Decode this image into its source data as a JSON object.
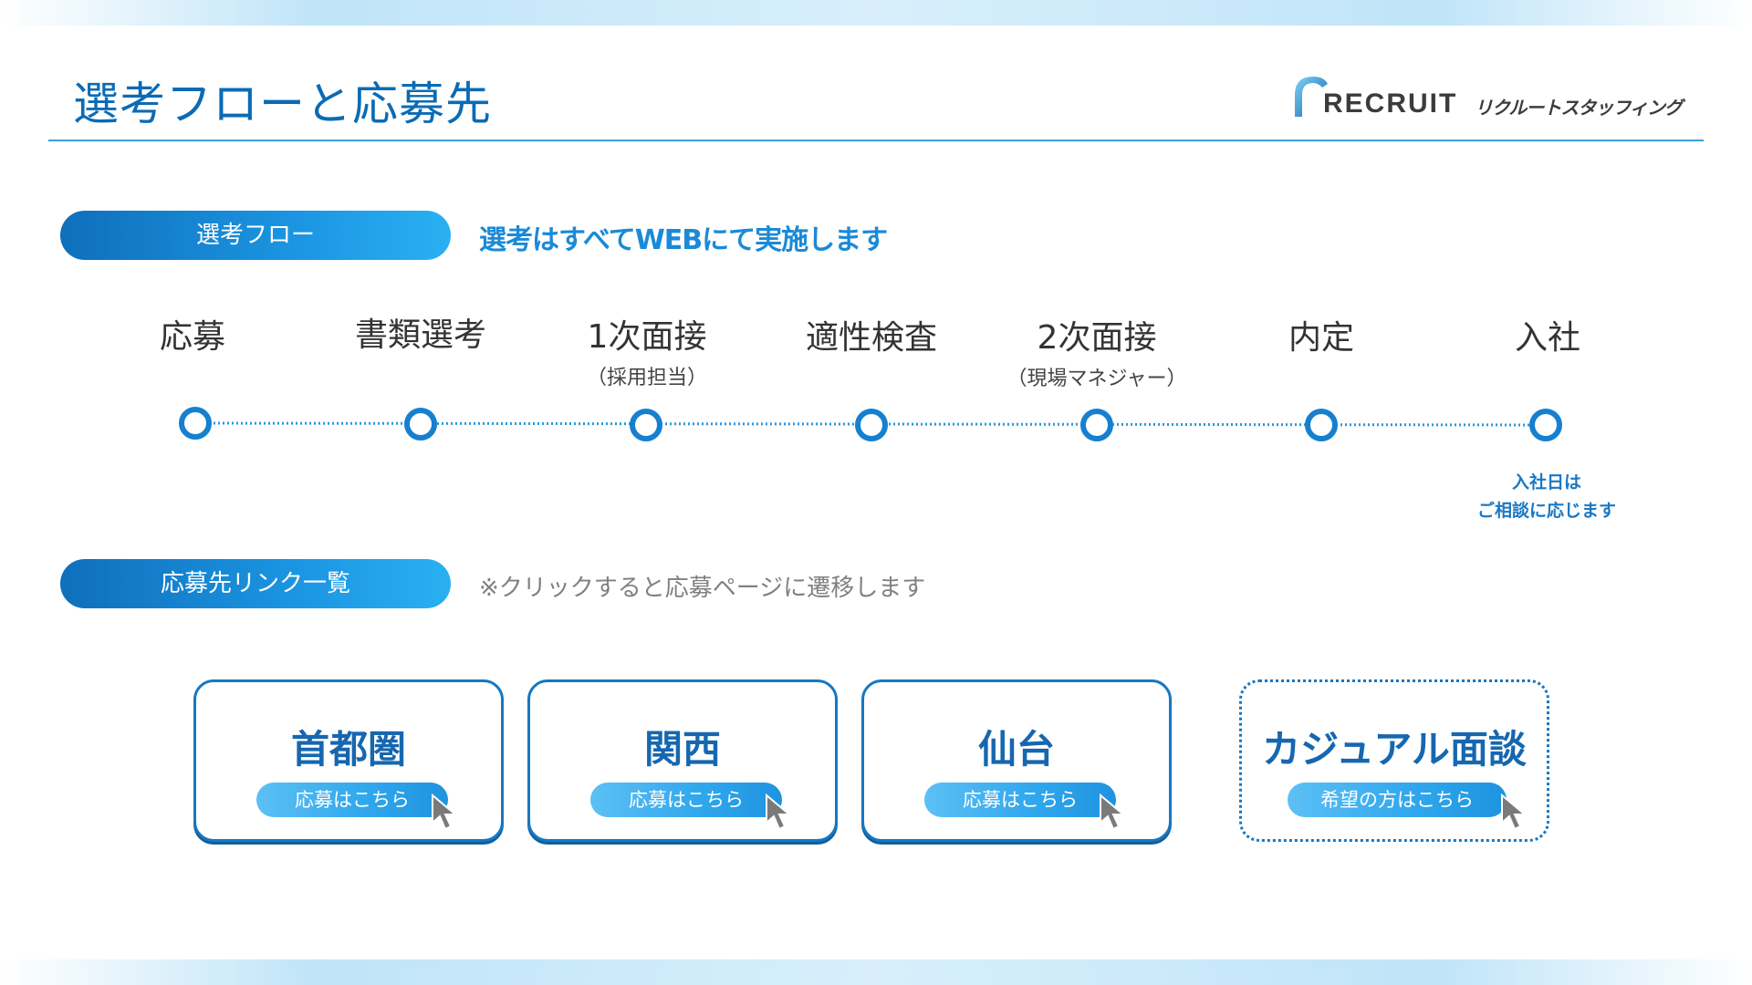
{
  "header": {
    "title": "選考フローと応募先",
    "logo": {
      "brand": "RECRUIT",
      "sub": "リクルートスタッフィング"
    }
  },
  "flow_section": {
    "pill_label": "選考フロー",
    "note": "選考はすべてWEBにて実施します",
    "steps": [
      {
        "label": "応募",
        "sub": ""
      },
      {
        "label": "書類選考",
        "sub": ""
      },
      {
        "label": "1次面接",
        "sub": "（採用担当）"
      },
      {
        "label": "適性検査",
        "sub": ""
      },
      {
        "label": "2次面接",
        "sub": "（現場マネジャー）"
      },
      {
        "label": "内定",
        "sub": ""
      },
      {
        "label": "入社",
        "sub": ""
      }
    ],
    "join_note_line1": "入社日は",
    "join_note_line2": "ご相談に応じます"
  },
  "links_section": {
    "pill_label": "応募先リンク一覧",
    "note": "※クリックすると応募ページに遷移します",
    "cards": [
      {
        "title": "首都圏",
        "button": "応募はこちら"
      },
      {
        "title": "関西",
        "button": "応募はこちら"
      },
      {
        "title": "仙台",
        "button": "応募はこちら"
      },
      {
        "title": "カジュアル面談",
        "button": "希望の方はこちら"
      }
    ]
  },
  "colors": {
    "accent": "#1677c2",
    "title": "#0a6bb5",
    "note": "#1a8ad8"
  }
}
